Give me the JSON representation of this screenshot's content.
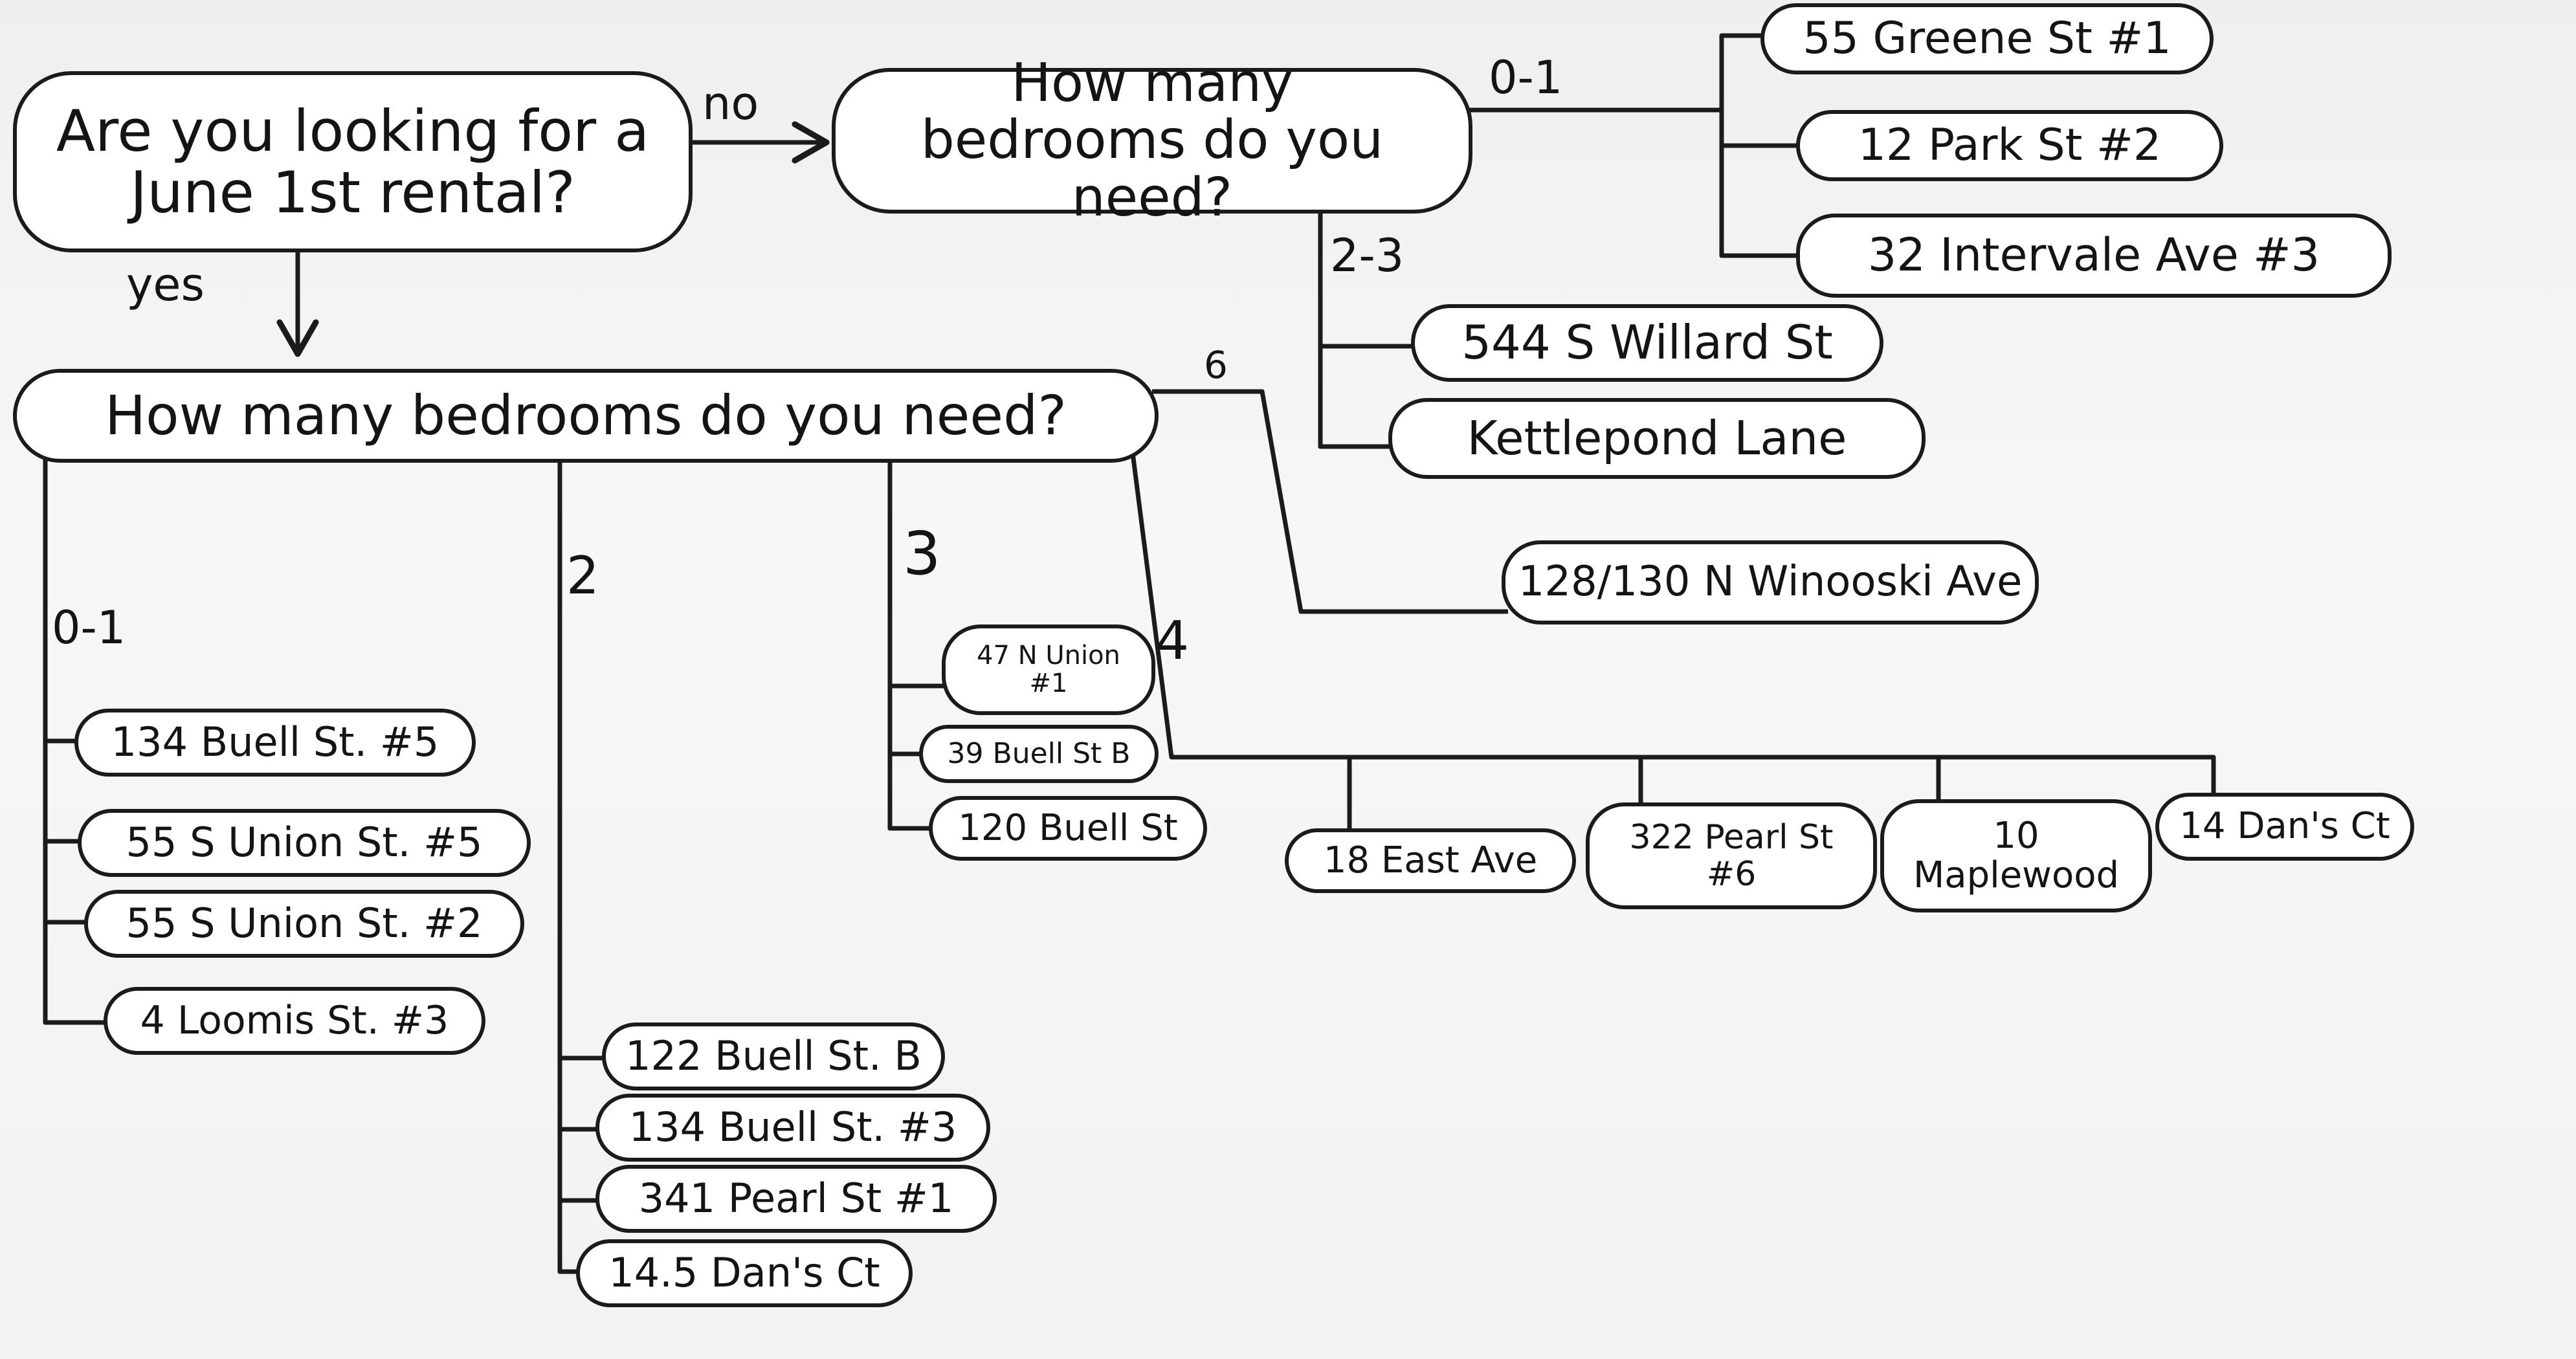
{
  "diagram": {
    "nodes": {
      "q_june": "Are you looking for a June 1st rental?",
      "q_no_beds": "How many bedrooms do you need?",
      "q_yes_beds": "How many bedrooms do you need?",
      "no_01_a": "55 Greene St #1",
      "no_01_b": "12 Park St #2",
      "no_01_c": "32 Intervale Ave #3",
      "no_23_a": "544 S Willard St",
      "no_23_b": "Kettlepond Lane",
      "yes_6_a": "128/130 N Winooski Ave",
      "yes_01_a": "134 Buell St. #5",
      "yes_01_b": "55 S Union St. #5",
      "yes_01_c": "55 S Union St. #2",
      "yes_01_d": "4 Loomis St. #3",
      "yes_2_a": "122 Buell St. B",
      "yes_2_b": "134 Buell St. #3",
      "yes_2_c": "341 Pearl St #1",
      "yes_2_d": "14.5 Dan's Ct",
      "yes_3_a": "47 N Union #1",
      "yes_3_b": "39 Buell St B",
      "yes_3_c": "120 Buell St",
      "yes_4_a": "18 East Ave",
      "yes_4_b": "322 Pearl St #6",
      "yes_4_c": "10 Maplewood",
      "yes_4_d": "14 Dan's Ct"
    },
    "edge_labels": {
      "no": "no",
      "yes": "yes",
      "no_01": "0-1",
      "no_23": "2-3",
      "yes_6": "6",
      "yes_01": "0-1",
      "yes_2": "2",
      "yes_3": "3",
      "yes_4": "4"
    }
  }
}
